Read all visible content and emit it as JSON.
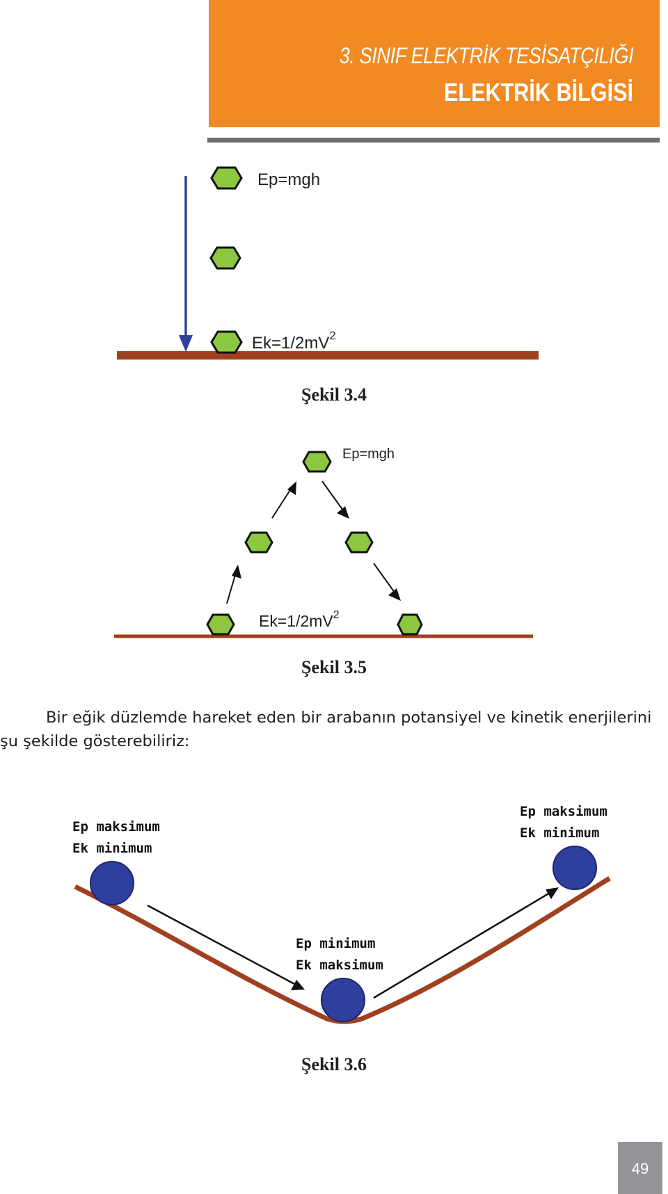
{
  "header": {
    "subtitle": "3. SINIF ELEKTRİK TESİSATÇILIĞI",
    "title": "ELEKTRİK BİLGİSİ"
  },
  "figure_3_4": {
    "top_label": "Ep=mgh",
    "bottom_label": "Ek=1/2mV",
    "bottom_label_sup": "2",
    "caption": "Şekil 3.4"
  },
  "figure_3_5": {
    "top_label": "Ep=mgh",
    "bottom_label": "Ek=1/2mV",
    "bottom_label_sup": "2",
    "caption": "Şekil 3.5"
  },
  "paragraph": {
    "line1": "Bir eğik düzlemde hareket eden bir arabanın potansiyel ve kinetik enerjilerini",
    "line2": "şu şekilde gösterebiliriz:"
  },
  "figure_3_6": {
    "left_label_1": "Ep maksimum",
    "left_label_2": "Ek minimum",
    "middle_label_1": "Ep minimum",
    "middle_label_2": "Ek maksimum",
    "right_label_1": "Ep maksimum",
    "right_label_2": "Ek minimum",
    "caption": "Şekil 3.6"
  },
  "page_number": "49",
  "colors": {
    "header_orange": "#f18a22",
    "rule_gray": "#6d6e71",
    "ground_brown": "#a0401f",
    "ball_green": "#8dc63f",
    "ball_blue": "#2e3f9e",
    "arrow_blue": "#2e3f9e",
    "page_box_gray": "#939598"
  }
}
